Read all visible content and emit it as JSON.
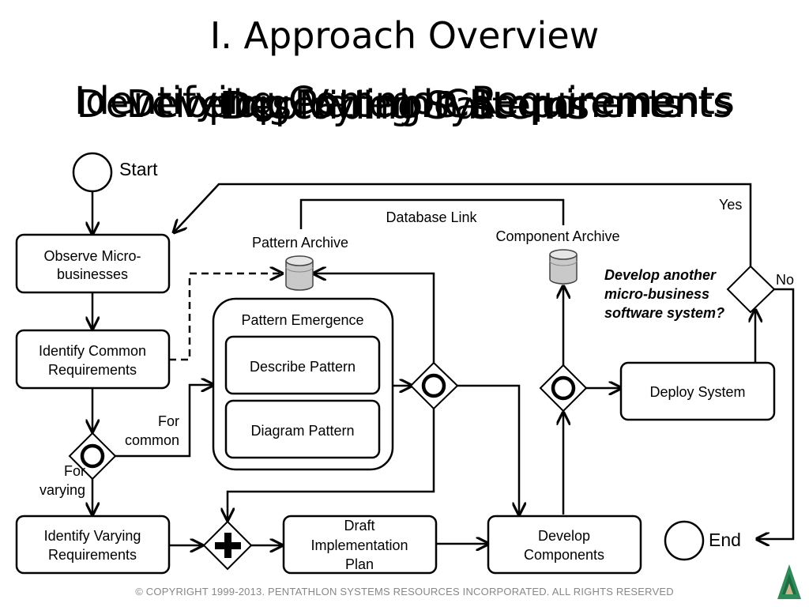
{
  "slide": {
    "title": "I. Approach Overview",
    "subtitle_layers": [
      "Identifying Common Requirements",
      "Developing Variable Requirements",
      "Describing Patterns",
      "Develop Pattern Components",
      "Deploying Systems"
    ],
    "footer": "© COPYRIGHT 1999-2013. PENTATHLON SYSTEMS RESOURCES INCORPORATED. ALL RIGHTS RESERVED"
  },
  "diagram": {
    "events": {
      "start": "Start",
      "end": "End"
    },
    "tasks": {
      "observe": [
        "Observe Micro-",
        "businesses"
      ],
      "identify_common": [
        "Identify Common",
        "Requirements"
      ],
      "identify_varying": [
        "Identify Varying",
        "Requirements"
      ],
      "draft_plan": [
        "Draft",
        "Implementation",
        "Plan"
      ],
      "develop_components": [
        "Develop",
        "Components"
      ],
      "deploy_system": "Deploy System",
      "describe_pattern": "Describe Pattern",
      "diagram_pattern": "Diagram Pattern"
    },
    "subprocess_label": "Pattern Emergence",
    "stores": {
      "pattern_archive": "Pattern Archive",
      "component_archive": "Component Archive",
      "database_link": "Database Link"
    },
    "labels": {
      "for_common": [
        "For",
        "common"
      ],
      "for_varying": [
        "For",
        "varying"
      ],
      "yes": "Yes",
      "no": "No",
      "question": [
        "Develop another",
        "micro-business",
        "software system?"
      ]
    }
  }
}
